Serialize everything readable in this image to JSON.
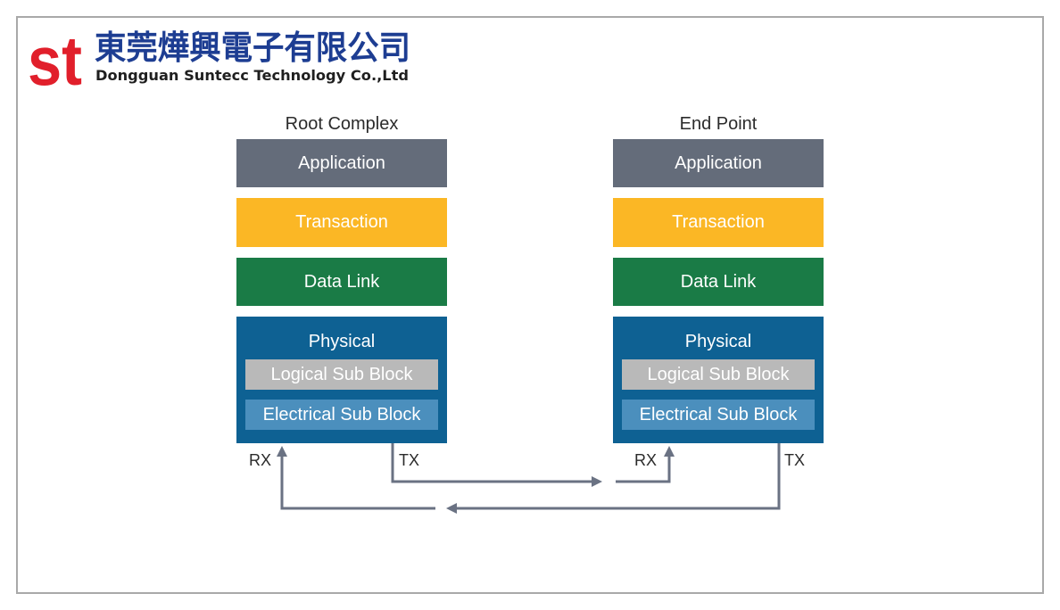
{
  "logo": {
    "mark": "st",
    "chinese_name": "東莞燁興電子有限公司",
    "english_name": "Dongguan Suntecc Technology Co.,Ltd",
    "mark_color": "#e11f2b",
    "name_color": "#1d3d92",
    "english_color": "#1f1f1f"
  },
  "stacks": [
    {
      "title": "Root Complex",
      "application": "Application",
      "transaction": "Transaction",
      "data_link": "Data Link",
      "physical": "Physical",
      "logical_sub_block": "Logical Sub Block",
      "electrical_sub_block": "Electrical Sub Block",
      "rx": "RX",
      "tx": "TX"
    },
    {
      "title": "End Point",
      "application": "Application",
      "transaction": "Transaction",
      "data_link": "Data Link",
      "physical": "Physical",
      "logical_sub_block": "Logical Sub Block",
      "electrical_sub_block": "Electrical Sub Block",
      "rx": "RX",
      "tx": "TX"
    }
  ],
  "colors": {
    "application": "#646c7a",
    "transaction": "#fbb725",
    "data_link": "#1a7b46",
    "physical": "#0e6193",
    "logical_sub_block": "#b9b9b9",
    "electrical_sub_block": "#4b8fbd",
    "connector": "#6a7283",
    "frame": "#a9a9a9"
  }
}
